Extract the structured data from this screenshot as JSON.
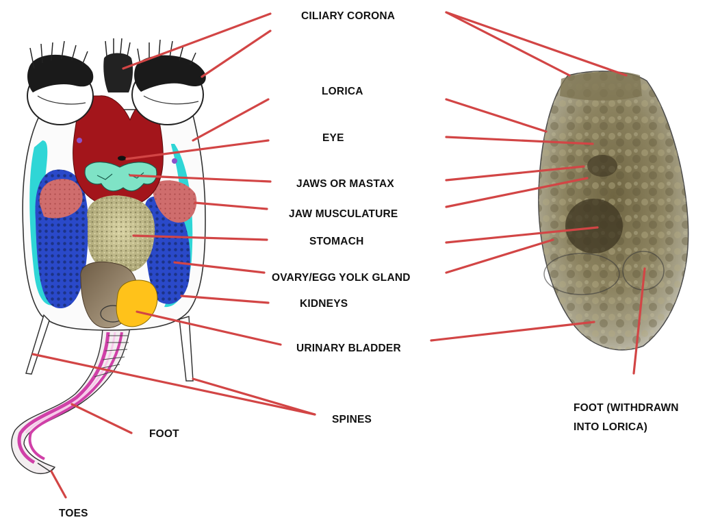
{
  "labels": {
    "ciliary_corona": "CILIARY CORONA",
    "lorica": "LORICA",
    "eye": "EYE",
    "jaws": "JAWS OR MASTAX",
    "jaw_musculature": "JAW MUSCULATURE",
    "stomach": "STOMACH",
    "ovary": "OVARY/EGG YOLK GLAND",
    "kidneys": "KIDNEYS",
    "urinary_bladder": "URINARY BLADDER",
    "spines": "SPINES",
    "foot": "FOOT",
    "toes": "TOES",
    "foot_withdrawn_line1": "FOOT (WITHDRAWN",
    "foot_withdrawn_line2": "INTO LORICA)"
  },
  "colors": {
    "leader": "#d24545",
    "pharynx": "#a3151b",
    "mastax": "#7fe3c6",
    "jaw_musculature": "#cf6d6d",
    "stomach": "#c9c28c",
    "ovary": "#2a49c9",
    "kidneys": "#2fd6d6",
    "bladder": "#ffc21a",
    "foot": "#d040a8",
    "photo_body": "#8a805a"
  }
}
